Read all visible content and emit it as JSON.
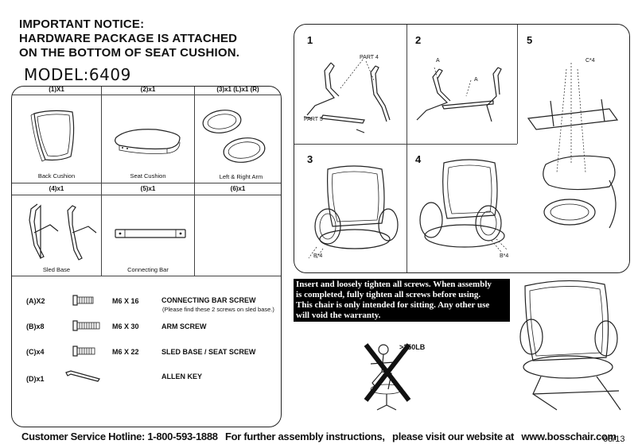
{
  "notice": {
    "line1": "IMPORTANT NOTICE:",
    "line2": "HARDWARE PACKAGE IS ATTACHED",
    "line3": "ON THE BOTTOM OF SEAT CUSHION."
  },
  "model": "MODEL:6409",
  "parts": [
    {
      "qty": "(1)X1",
      "caption": "Back Cushion"
    },
    {
      "qty": "(2)x1",
      "caption": "Seat Cushion"
    },
    {
      "qty": "(3)x1 (L)x1 (R)",
      "caption": "Left & Right Arm"
    },
    {
      "qty": "(4)x1",
      "caption": "Sled Base"
    },
    {
      "qty": "(5)x1",
      "caption": "Connecting Bar"
    },
    {
      "qty": "(6)x1",
      "caption": ""
    }
  ],
  "hardware": [
    {
      "qty": "(A)X2",
      "size": "M6 X 16",
      "desc": "CONNECTING BAR SCREW",
      "sub": "(Please find these 2 screws on sled base.)"
    },
    {
      "qty": "(B)x8",
      "size": "M6 X 30",
      "desc": "ARM SCREW",
      "sub": ""
    },
    {
      "qty": "(C)x4",
      "size": "M6 X 22",
      "desc": "SLED BASE / SEAT SCREW",
      "sub": ""
    },
    {
      "qty": "(D)x1",
      "size": "",
      "desc": "ALLEN KEY",
      "sub": ""
    }
  ],
  "steps": {
    "s1": "1",
    "s2": "2",
    "s3": "3",
    "s4": "4",
    "s5": "5",
    "part4": "PART 4",
    "part5": "PART 5",
    "a1": "A",
    "a2": "A",
    "c4": "C*4",
    "b4_left": "B*4",
    "b4_right": "B*4"
  },
  "warning": {
    "line1": "Insert and loosely tighten all screws. When assembly",
    "line2": "is completed, fully tighten all screws before using.",
    "line3": "This chair is only intended for sitting. Any other use",
    "line4": "will void the warranty."
  },
  "weight_limit": ">250LB",
  "footer": {
    "hotline": "Customer Service Hotline: 1-800-593-1888",
    "more": "For further assembly instructions,",
    "visit": "please visit our website at",
    "site": "www.bosschair.com"
  },
  "page_number": "08/13"
}
